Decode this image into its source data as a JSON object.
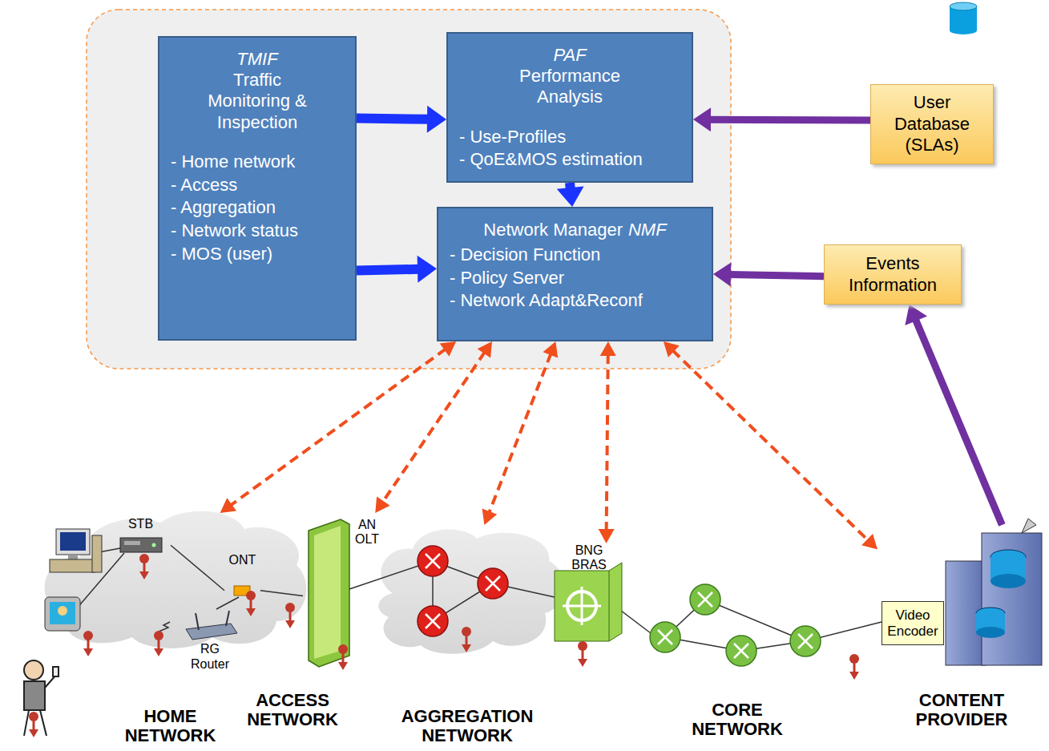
{
  "diagram": {
    "nodes": [
      {
        "text": [
          "TMIF",
          "Traffic Monitoring & Inspection",
          "- Home network",
          "- Access",
          "- Aggregation",
          "- Network status",
          "- MOS (user)"
        ]
      },
      {
        "text": [
          "PAF",
          "Performance Analysis",
          "- Use-Profiles",
          "- QoE&MOS estimation"
        ]
      },
      {
        "text": [
          "Network Manager",
          "NMF",
          "- Decision Function",
          "- Policy Server",
          "- Network Adapt&Reconf"
        ]
      },
      {
        "text": [
          "User Database (SLAs)"
        ]
      },
      {
        "text": [
          "Events Information"
        ]
      },
      {
        "text": [
          "HOME NETWORK"
        ]
      },
      {
        "text": [
          "STB"
        ],
        "in": 5
      },
      {
        "text": [
          "ONT"
        ],
        "in": 5
      },
      {
        "text": [
          "RG Router"
        ],
        "in": 5
      },
      {
        "text": [
          "AN OLT"
        ]
      },
      {
        "text": [
          "AGGREGATION NETWORK"
        ]
      },
      {
        "text": [
          "BNG BRAS"
        ]
      },
      {
        "text": [
          "CONTENT PROVIDER"
        ]
      },
      {
        "text": [
          "Video Encoder"
        ],
        "in": 12
      }
    ],
    "edges": [
      {
        "from": 0,
        "to": 1,
        "arrow": "to"
      },
      {
        "from": 0,
        "to": 2,
        "arrow": "to"
      },
      {
        "from": 1,
        "to": 2,
        "arrow": "to"
      },
      {
        "from": 3,
        "to": 1,
        "arrow": "to"
      },
      {
        "from": 4,
        "to": 2,
        "arrow": "to"
      },
      {
        "from": 12,
        "to": 4,
        "arrow": "to"
      },
      {
        "from": 2,
        "to": 5,
        "arrow": "both"
      },
      {
        "from": 2,
        "to": 9,
        "arrow": "both"
      },
      {
        "from": 2,
        "to": 10,
        "arrow": "both"
      },
      {
        "from": 2,
        "to": 11,
        "arrow": "both"
      },
      {
        "from": 2,
        "to": 12,
        "arrow": "both"
      },
      {
        "from": 6,
        "to": 7,
        "arrow": "none"
      },
      {
        "from": 8,
        "to": 7,
        "arrow": "none"
      },
      {
        "from": 7,
        "to": 9,
        "arrow": "none"
      }
    ],
    "labels": [
      "ACCESS NETWORK",
      "CORE NETWORK"
    ]
  }
}
